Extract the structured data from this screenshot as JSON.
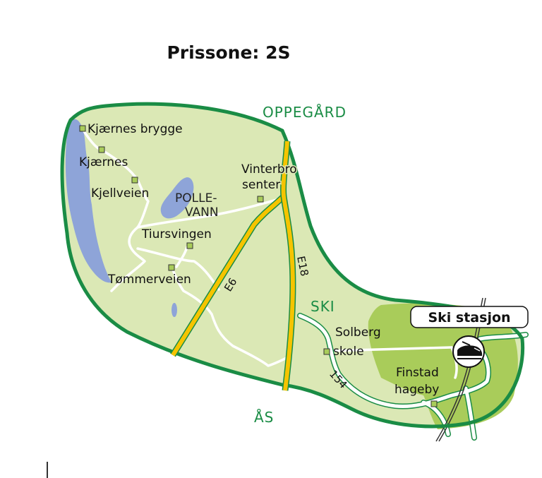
{
  "title": "Prissone: 2S",
  "regions": {
    "north": "OPPEGÅRD",
    "south": "ÅS",
    "center": "SKI"
  },
  "lake": {
    "line1": "POLLE-",
    "line2": "VANN"
  },
  "roads": {
    "e6": "E6",
    "e18": "E18",
    "r154": "154"
  },
  "stops": [
    {
      "name": "Kjærnes brygge"
    },
    {
      "name": "Kjærnes"
    },
    {
      "name": "Kjellveien"
    },
    {
      "name_line1": "Vinterbro",
      "name_line2": "senter"
    },
    {
      "name": "Tiursvingen"
    },
    {
      "name": "Tømmerveien"
    },
    {
      "name_line1": "Solberg",
      "name_line2": "skole"
    },
    {
      "name_line1": "Finstad",
      "name_line2": "hageby"
    }
  ],
  "station": {
    "label": "Ski stasjon",
    "icon": "train-icon"
  },
  "colors": {
    "zone_fill": "#dbe8b5",
    "zone_border": "#1a8c45",
    "ski_area": "#a9cc5a",
    "water": "#8ea4d8",
    "highway": "#f5c400",
    "road": "#ffffff",
    "stop_marker": "#a9cc5a"
  }
}
